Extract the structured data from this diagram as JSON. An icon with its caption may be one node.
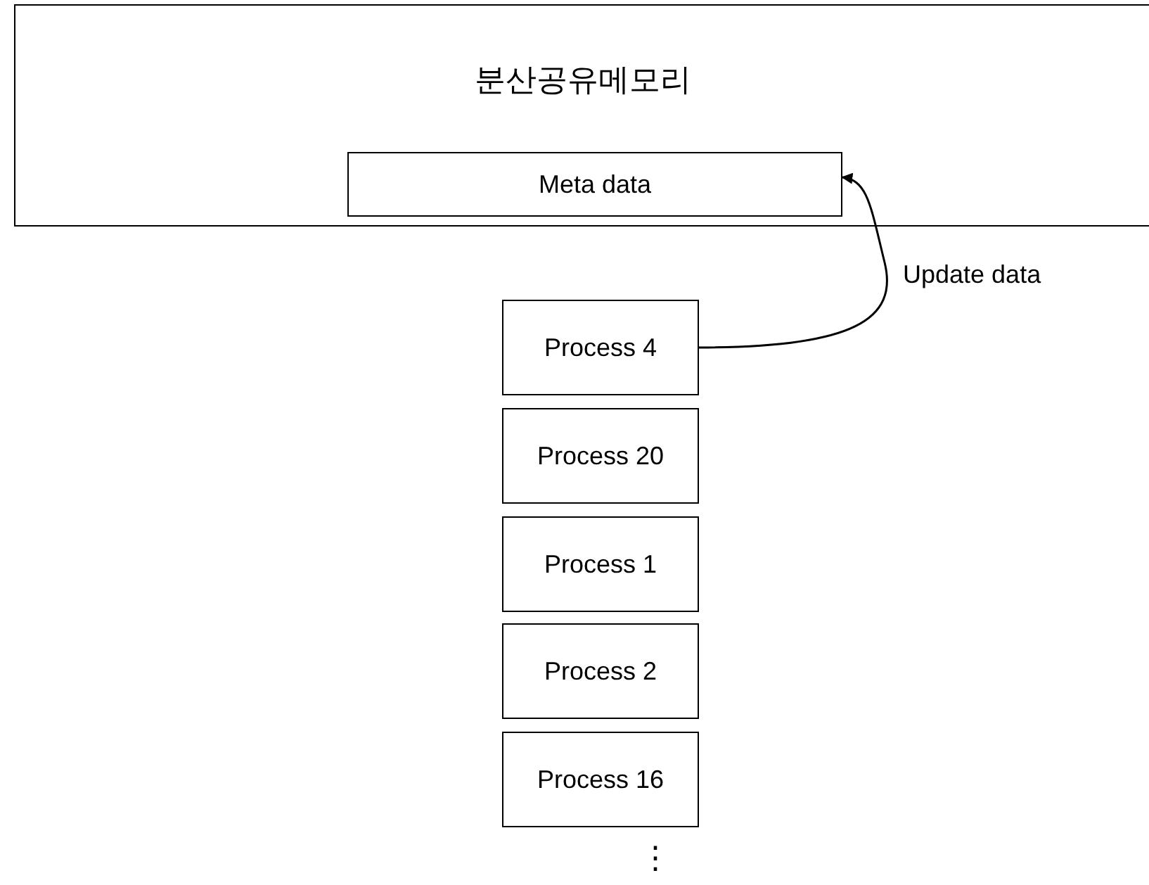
{
  "diagram": {
    "nodes": [
      {
        "text": [
          "분산공유메모리"
        ]
      },
      {
        "text": [
          "Meta data"
        ],
        "in": 0
      },
      {
        "text": [
          "Process 4"
        ]
      },
      {
        "text": [
          "Process 20"
        ]
      },
      {
        "text": [
          "Process 1"
        ]
      },
      {
        "text": [
          "Process 2"
        ]
      },
      {
        "text": [
          "Process 16"
        ]
      }
    ],
    "edges": [
      {
        "from": 2,
        "to": 1,
        "arrow": "to",
        "label": "Update data"
      }
    ],
    "labels": [
      "⋮"
    ]
  }
}
